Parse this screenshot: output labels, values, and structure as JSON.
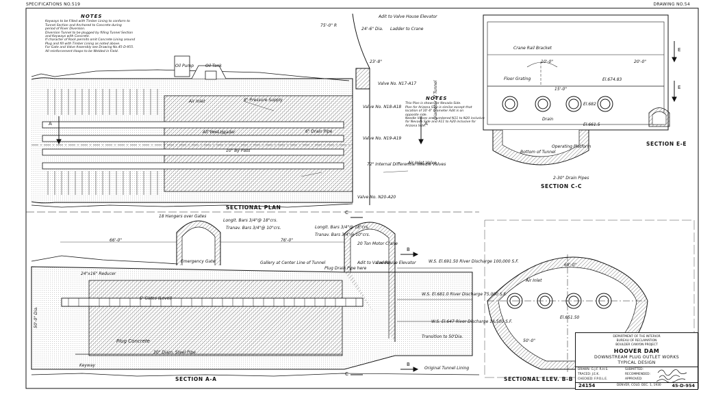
{
  "header": {
    "spec_no": "SPECIFICATIONS NO.519",
    "drawing_no": "DRAWING NO.54"
  },
  "notes_left": {
    "heading": "NOTES",
    "lines": [
      "Keyways to be Filled with Timber Lining to conform to",
      "Tunnel Section and Anchored to Concrete during",
      "period of River Diversion.",
      "Diversion Tunnel to be plugged by filling Tunnel Section",
      "and Keyways with Concrete.",
      "If character of Rock permits omit Concrete Lining around",
      "Plug and fill with Timber Lining as noted above.",
      "For Gate and Valve Assembly see Drawing No.45-D-955.",
      "All reinforcement Hoops to be Welded in Field."
    ]
  },
  "notes_right": {
    "heading": "NOTES",
    "lines": [
      "This Plan is shown for Nevada Side.",
      "Plan for Arizona Side is similar except that",
      "location of 10'-6\" Diameter Adit is on",
      "opposite side.",
      "Needle Valves are numbered N11 to N20 inclusive",
      "for Nevada Side and A11 to A20 inclusive for",
      "Arizona Side."
    ]
  },
  "view_titles": {
    "sectional_plan": "SECTIONAL PLAN",
    "section_a_a": "SECTION A-A",
    "section_c_c": "SECTION C-C",
    "section_e_e": "SECTION E-E",
    "sectional_elev_b_b": "SECTIONAL ELEV. B-B"
  },
  "plan_labels": {
    "adit": "Adit to Valve House Elevator",
    "ladder_to_crane": "Ladder to Crane",
    "dia_24": "24'-6\" Dia.",
    "oil_pump": "Oil Pump",
    "oil_tank": "Oil Tank",
    "pressure_supply": "8\" Pressure Supply",
    "air_inlet": "Air Inlet",
    "valve_n17": "Valve No. N17-A17",
    "valve_n18": "Valve No. N18-A18",
    "valve_n19": "Valve No. N19-A19",
    "valve_n20": "Valve No. N20-A20",
    "drain_pipe": "6\" Drain Pipe",
    "air_vent_header": "Air Vent Header",
    "by_pass": "10\" By Pass",
    "needle_valves": "72\" Internal Differential Needle Valves",
    "air_inlet_valve": "Air Inlet Valve",
    "dim_75": "75'-0\" R",
    "dim_23": "23'-8\"",
    "dia_tunnel": "Diameter of Tunnel",
    "cut_a": "A"
  },
  "section_c_c": {
    "crane_rail_bracket": "Crane Rail Bracket",
    "floor_grating": "Floor Grating",
    "operating_platform": "Operating Platform",
    "bottom_of_tunnel": "Bottom of Tunnel",
    "drain": "Drain",
    "drain_pipes": "2-30\" Drain Pipes",
    "el_1": "El.674.83",
    "el_2": "El.682",
    "el_3": "El.661.5",
    "dim_10": "10'-0\"",
    "dim_20": "20'-0\"",
    "dim_15": "15'-0\"",
    "cut_e": "E"
  },
  "section_a_a": {
    "hangers": "18 Hangers over Gates",
    "longit_bars": "Longit. Bars 3/4\"@ 18\"crs.",
    "tranav_bars": "Tranav. Bars 3/4\"@ 10\"crs.",
    "gallery": "Gallery at Center Line of Tunnel",
    "plug_drain": "Plug Drain Pipe here",
    "adit": "Adit to Valve House Elevator",
    "reducer": "24\"x16\" Reducer",
    "gates": "S' Gates (Level)",
    "emergency_gate": "Emergency Gate",
    "plug_concrete": "Plug Concrete",
    "steel_pipe": "30\" Diam. Steel Pipe",
    "keyway": "Keyway",
    "original_lining": "Original Tunnel Lining",
    "ws_1": "W.S. El.691.50 River Discharge 100,000 S.F.",
    "ws_2": "W.S. El.681.0 River Discharge 75,000 S.F.",
    "ws_3": "W.S. El.647 River Discharge 14,500 S.F.",
    "transition": "Transition to 50'Dia.",
    "dim_66": "66'-0\"",
    "dim_76": "76'-0\"",
    "dim_50": "50'-0\" Dia.",
    "ton_crane": "20 Ton Motor Crane",
    "ladder": "Ladder",
    "cut_b": "B",
    "cut_c": "C"
  },
  "section_b_b": {
    "air_inlet": "Air Inlet",
    "el": "El.651.50",
    "dim_68": "68'-0\"",
    "dim_50": "50'-0\""
  },
  "title_block": {
    "dept": "DEPARTMENT OF THE INTERIOR",
    "bureau": "BUREAU OF RECLAMATION",
    "project": "BOULDER CANYON PROJECT",
    "dam": "HOOVER DAM",
    "works": "DOWNSTREAM PLUG OUTLET WORKS",
    "design": "TYPICAL DESIGN",
    "drawn": "DRAWN: G.J.F. R.H.S.",
    "submitted": "SUBMITTED:",
    "traced": "TRACED: J.E.K.",
    "recommended": "RECOMMENDED:",
    "checked": "CHECKED: F.P.O.L.E.",
    "approved": "APPROVED:",
    "number": "24154",
    "place_date": "DENVER, COLO. DEC. 1, 1930",
    "drawing_code": "45-D-954"
  },
  "colors": {
    "ink": "#111111",
    "paper": "#ffffff",
    "hatch": "#444444"
  }
}
